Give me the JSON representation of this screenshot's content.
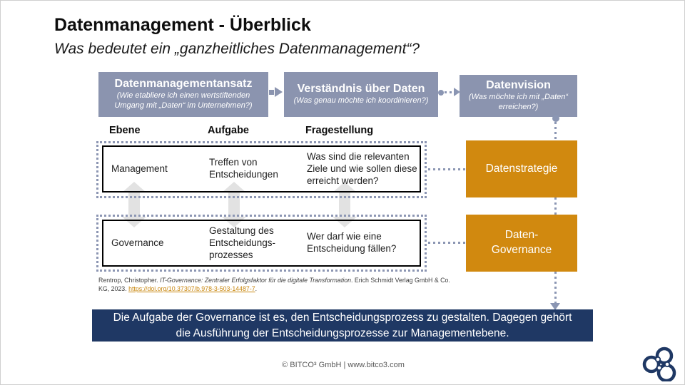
{
  "slide": {
    "title": "Datenmanagement - Überblick",
    "subtitle": "Was bedeutet ein „ganzheitliches Datenmanagement“?"
  },
  "flow": {
    "box1": {
      "title": "Datenmanagementansatz",
      "subtitle": "(Wie etabliere ich einen wertstiftenden Umgang mit „Daten“ im Unternehmen?)"
    },
    "box2": {
      "title": "Verständnis über Daten",
      "subtitle": "(Was genau möchte ich koordinieren?)"
    },
    "box3": {
      "title": "Datenvision",
      "subtitle": "(Was möchte ich mit „Daten“ erreichen?)"
    }
  },
  "table": {
    "headers": [
      "Ebene",
      "Aufgabe",
      "Fragestellung"
    ],
    "rows": [
      {
        "ebene": "Management",
        "aufgabe": "Treffen von\nEntscheidungen",
        "fragestellung": "Was sind die relevanten\nZiele und wie sollen diese\nerreicht werden?"
      },
      {
        "ebene": "Governance",
        "aufgabe": "Gestaltung des\nEntscheidungs-\nprozesses",
        "fragestellung": "Wer darf wie eine\nEntscheidung fällen?"
      }
    ]
  },
  "side_boxes": [
    {
      "label": "Datenstrategie"
    },
    {
      "label": "Daten-\nGovernance"
    }
  ],
  "citation": {
    "prefix": "Rentrop, Christopher. ",
    "title": "IT-Governance: Zentraler Erfolgsfaktor für die digitale Transformation",
    "middle": ". Erich Schmidt Verlag GmbH & Co. KG, 2023. ",
    "link": "https://doi.org/10.37307/b.978-3-503-14487-7",
    "suffix": "."
  },
  "banner": {
    "text": "Die Aufgabe der Governance ist es, den Entscheidungsprozess zu gestalten. Dagegen gehört die Ausführung der Entscheidungsprozesse zur Managementebene."
  },
  "footer": {
    "text": "© BITCO³ GmbH | www.bitco3.com"
  },
  "icons": {
    "flow_arrow": "arrow-right-icon",
    "dotted_arrow": "dotted-arrow-right-icon",
    "double_arrow": "up-down-arrow-icon",
    "logo": "bitco-logo"
  },
  "colors": {
    "steel_blue": "#8B94AF",
    "connector_blue": "#8B96B3",
    "orange": "#D1890F",
    "navy": "#1F3864",
    "arrow_gray": "#E2E2E2",
    "link_orange": "#C8860D"
  }
}
